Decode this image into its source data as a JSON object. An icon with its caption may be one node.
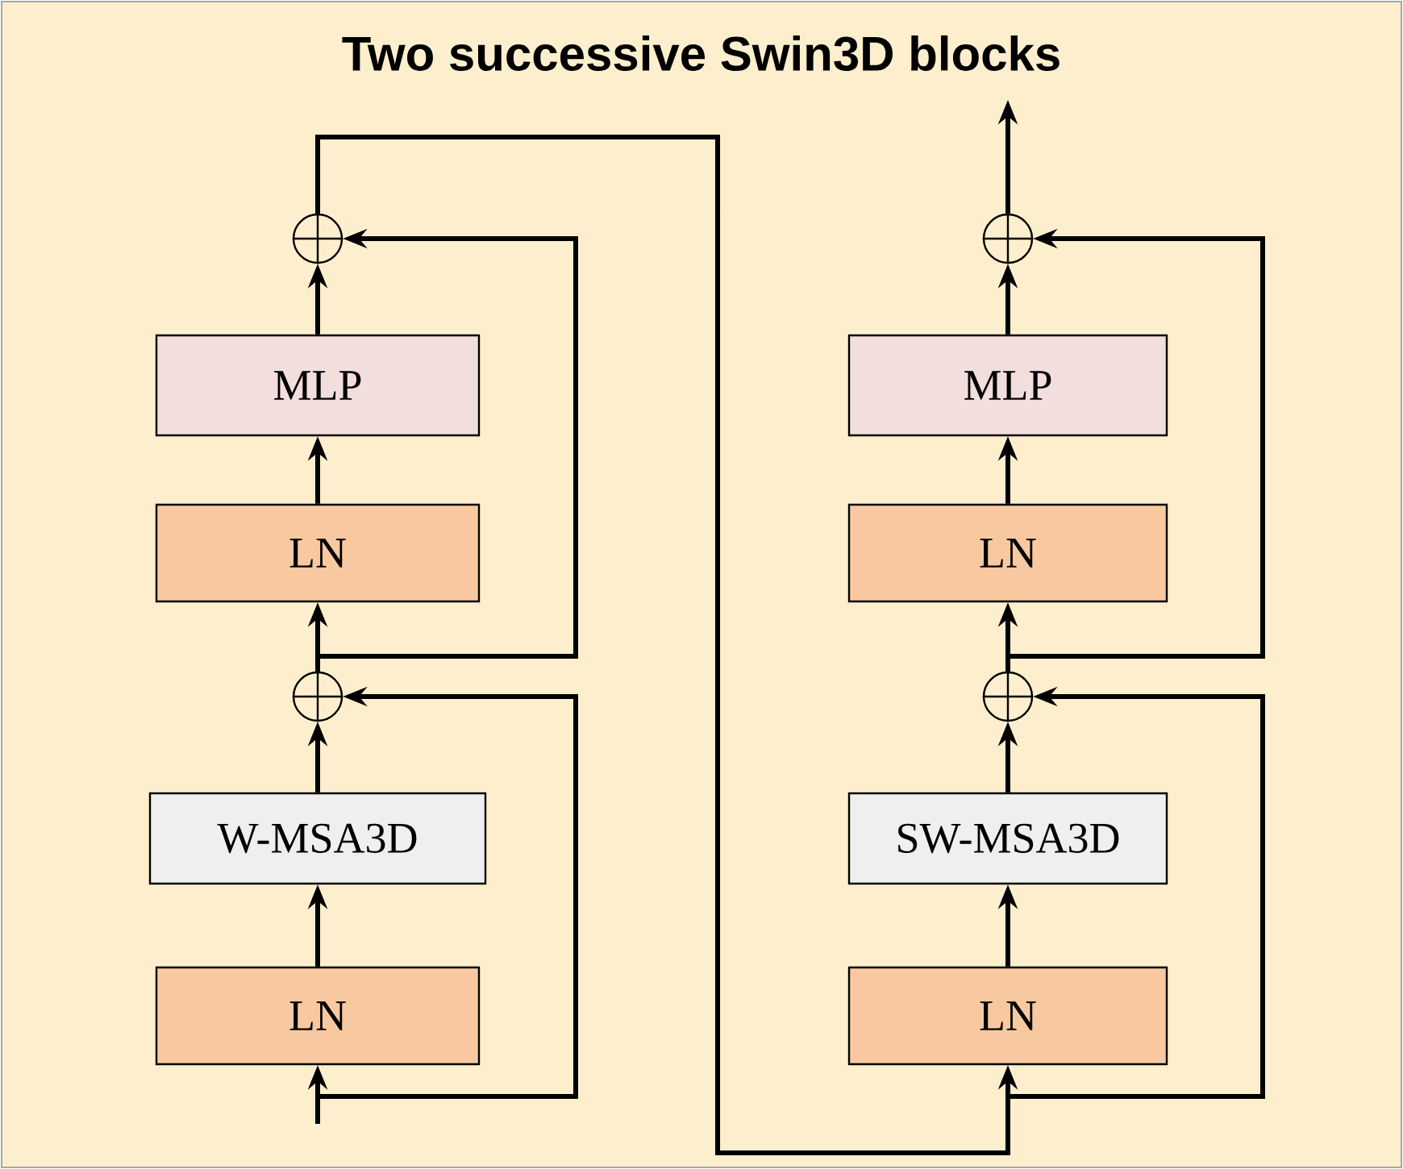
{
  "diagram": {
    "title": "Two successive Swin3D blocks",
    "nodes": [
      {
        "text": [
          "LN"
        ]
      },
      {
        "text": [
          "W-MSA3D"
        ]
      },
      {
        "text": [],
        "shape": "circle"
      },
      {
        "text": [
          "LN"
        ]
      },
      {
        "text": [
          "MLP"
        ]
      },
      {
        "text": [],
        "shape": "circle"
      },
      {
        "text": [
          "LN"
        ]
      },
      {
        "text": [
          "SW-MSA3D"
        ]
      },
      {
        "text": [],
        "shape": "circle"
      },
      {
        "text": [
          "LN"
        ]
      },
      {
        "text": [
          "MLP"
        ]
      },
      {
        "text": [],
        "shape": "circle"
      }
    ],
    "edges": [
      {
        "from": null,
        "to": 0,
        "arrow": "to"
      },
      {
        "from": null,
        "to": 2,
        "arrow": "to"
      },
      {
        "from": 0,
        "to": 1,
        "arrow": "to"
      },
      {
        "from": 1,
        "to": 2,
        "arrow": "to"
      },
      {
        "from": 2,
        "to": 3,
        "arrow": "to"
      },
      {
        "from": 2,
        "to": 5,
        "arrow": "to"
      },
      {
        "from": 3,
        "to": 4,
        "arrow": "to"
      },
      {
        "from": 4,
        "to": 5,
        "arrow": "to"
      },
      {
        "from": 5,
        "to": 6,
        "arrow": "to"
      },
      {
        "from": 5,
        "to": 8,
        "arrow": "to"
      },
      {
        "from": 6,
        "to": 7,
        "arrow": "to"
      },
      {
        "from": 7,
        "to": 8,
        "arrow": "to"
      },
      {
        "from": 8,
        "to": 9,
        "arrow": "to"
      },
      {
        "from": 8,
        "to": 11,
        "arrow": "to"
      },
      {
        "from": 9,
        "to": 10,
        "arrow": "to"
      },
      {
        "from": 10,
        "to": 11,
        "arrow": "to"
      },
      {
        "from": 11,
        "to": null,
        "arrow": "to"
      }
    ]
  }
}
